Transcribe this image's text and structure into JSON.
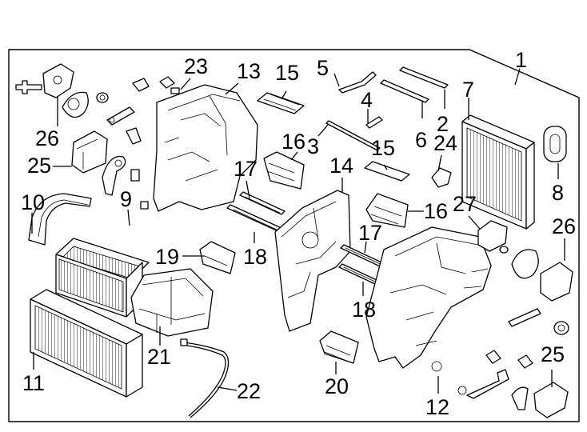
{
  "diagram": {
    "callouts": [
      {
        "id": "c1",
        "label": "1"
      },
      {
        "id": "c2",
        "label": "2"
      },
      {
        "id": "c3",
        "label": "3"
      },
      {
        "id": "c4",
        "label": "4"
      },
      {
        "id": "c5",
        "label": "5"
      },
      {
        "id": "c6",
        "label": "6"
      },
      {
        "id": "c7",
        "label": "7"
      },
      {
        "id": "c8",
        "label": "8"
      },
      {
        "id": "c9",
        "label": "9"
      },
      {
        "id": "c10",
        "label": "10"
      },
      {
        "id": "c11",
        "label": "11"
      },
      {
        "id": "c12",
        "label": "12"
      },
      {
        "id": "c13",
        "label": "13"
      },
      {
        "id": "c14",
        "label": "14"
      },
      {
        "id": "c15a",
        "label": "15"
      },
      {
        "id": "c15b",
        "label": "15"
      },
      {
        "id": "c16a",
        "label": "16"
      },
      {
        "id": "c16b",
        "label": "16"
      },
      {
        "id": "c17a",
        "label": "17"
      },
      {
        "id": "c17b",
        "label": "17"
      },
      {
        "id": "c18a",
        "label": "18"
      },
      {
        "id": "c18b",
        "label": "18"
      },
      {
        "id": "c19",
        "label": "19"
      },
      {
        "id": "c20",
        "label": "20"
      },
      {
        "id": "c21",
        "label": "21"
      },
      {
        "id": "c22",
        "label": "22"
      },
      {
        "id": "c23",
        "label": "23"
      },
      {
        "id": "c24",
        "label": "24"
      },
      {
        "id": "c25a",
        "label": "25"
      },
      {
        "id": "c25b",
        "label": "25"
      },
      {
        "id": "c26a",
        "label": "26"
      },
      {
        "id": "c26b",
        "label": "26"
      },
      {
        "id": "c27",
        "label": "27"
      }
    ]
  }
}
